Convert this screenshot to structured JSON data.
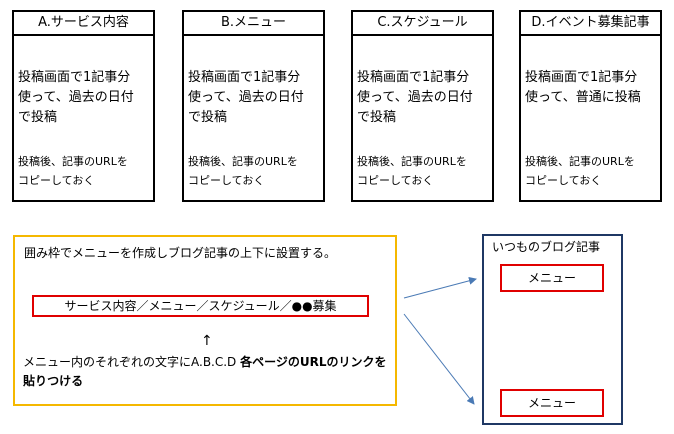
{
  "cards": [
    {
      "title": "A.サービス内容",
      "body": [
        "投稿画面で1記事分",
        "使って、過去の日付",
        "で投稿"
      ],
      "after": [
        "投稿後、記事のURLを",
        "コピーしておく"
      ]
    },
    {
      "title": "B.メニュー",
      "body": [
        "投稿画面で1記事分",
        "使って、過去の日付",
        "で投稿"
      ],
      "after": [
        "投稿後、記事のURLを",
        "コピーしておく"
      ]
    },
    {
      "title": "C.スケジュール",
      "body": [
        "投稿画面で1記事分",
        "使って、過去の日付",
        "で投稿"
      ],
      "after": [
        "投稿後、記事のURLを",
        "コピーしておく"
      ]
    },
    {
      "title": "D.イベント募集記事",
      "body": [
        "投稿画面で1記事分",
        "使って、普通に投稿"
      ],
      "after": [
        "投稿後、記事のURLを",
        "コピーしておく"
      ]
    }
  ],
  "menu_box": {
    "caption": "囲み枠でメニューを作成しブログ記事の上下に設置する。",
    "menu_bar": "サービス内容／メニュー／スケジュール／●●募集",
    "arrow": "↑",
    "instruction_plain": "メニュー内のそれぞれの文字にA.B.C.D ",
    "instruction_bold": "各ページのURLのリンクを貼りつける"
  },
  "blog_box": {
    "title": "いつものブログ記事",
    "menu_top": "メニュー",
    "menu_bottom": "メニュー"
  },
  "colors": {
    "card_border": "#000000",
    "menu_box_border": "#f5b800",
    "highlight_border": "#e00000",
    "blog_box_border": "#1f3864",
    "arrow": "#4a7ab5"
  }
}
